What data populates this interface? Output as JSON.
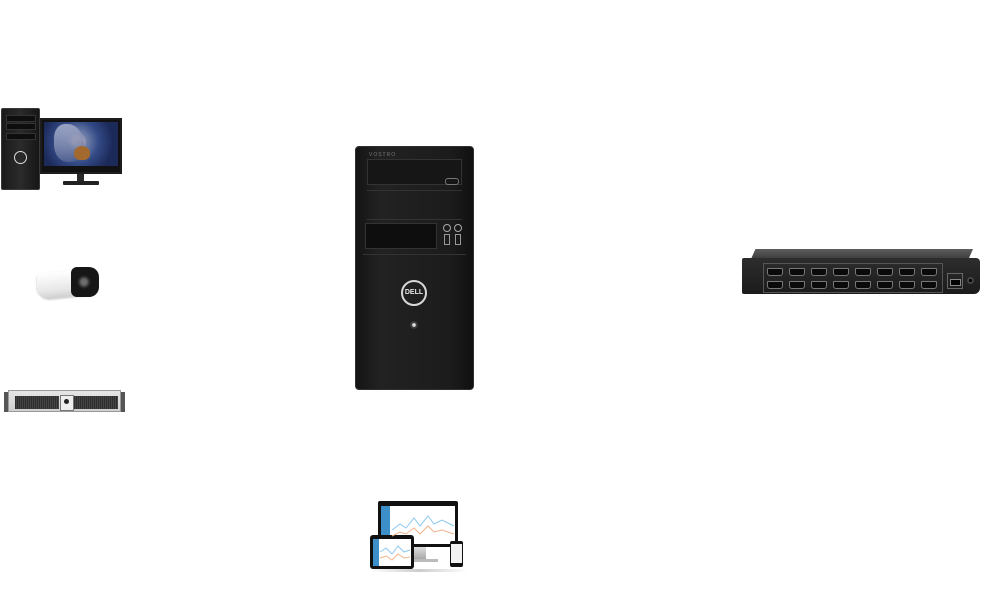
{
  "canvas": {
    "background": "#ffffff",
    "type": "network-topology"
  },
  "nodes": [
    {
      "id": "desktop",
      "icon": "desktop-computer-with-monitor-icon",
      "label": ""
    },
    {
      "id": "camera",
      "icon": "bullet-camera-icon",
      "label": ""
    },
    {
      "id": "server",
      "icon": "rack-server-icon",
      "label": ""
    },
    {
      "id": "tower",
      "icon": "dell-tower-pc-icon",
      "label": "",
      "brand": "DELL",
      "model_text": "VOSTRO"
    },
    {
      "id": "switch",
      "icon": "hdmi-matrix-switch-icon",
      "label": "",
      "port_count": 16
    },
    {
      "id": "clients",
      "icon": "multi-device-clients-icon",
      "label": ""
    }
  ],
  "colors": {
    "device_dark": "#1c1c1c",
    "screen_accent": "#3c8fc9",
    "chart_line_blue": "#8cc8ee",
    "chart_line_orange": "#f2b38a"
  }
}
